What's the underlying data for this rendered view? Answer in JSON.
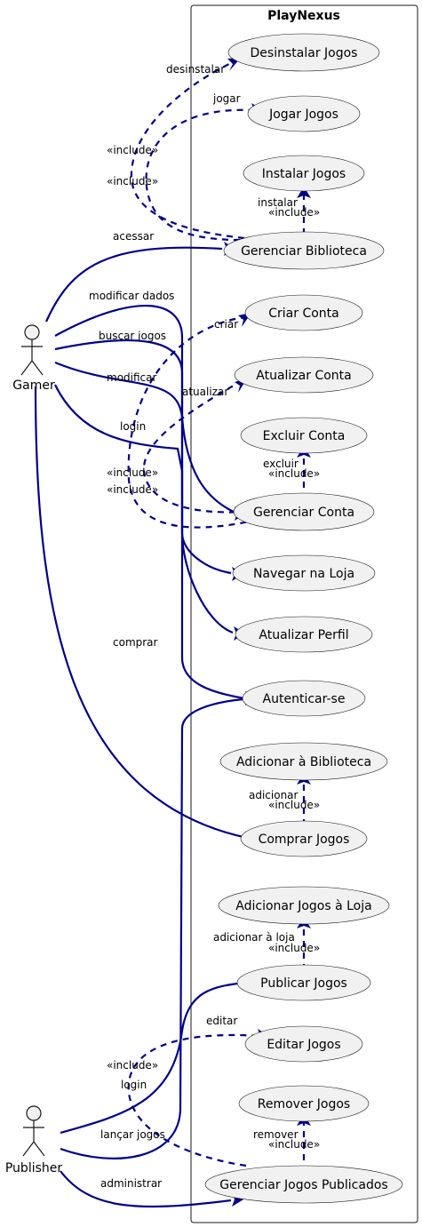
{
  "system": {
    "title": "PlayNexus"
  },
  "actors": {
    "gamer": "Gamer",
    "publisher": "Publisher"
  },
  "use_cases": {
    "desinstalar_jogos": "Desinstalar Jogos",
    "jogar_jogos": "Jogar Jogos",
    "instalar_jogos": "Instalar Jogos",
    "gerenciar_biblioteca": "Gerenciar Biblioteca",
    "criar_conta": "Criar Conta",
    "atualizar_conta": "Atualizar Conta",
    "excluir_conta": "Excluir Conta",
    "gerenciar_conta": "Gerenciar Conta",
    "navegar_loja": "Navegar na Loja",
    "atualizar_perfil": "Atualizar Perfil",
    "autenticar": "Autenticar-se",
    "adicionar_biblioteca": "Adicionar à Biblioteca",
    "comprar_jogos": "Comprar Jogos",
    "adicionar_jogos_loja": "Adicionar Jogos à Loja",
    "publicar_jogos": "Publicar Jogos",
    "editar_jogos": "Editar Jogos",
    "remover_jogos": "Remover Jogos",
    "gerenciar_publicados": "Gerenciar Jogos Publicados"
  },
  "labels": {
    "acessar": "acessar",
    "modificar_dados": "modificar dados",
    "buscar_jogos": "buscar jogos",
    "modificar": "modificar",
    "login": "login",
    "comprar": "comprar",
    "lancar_jogos": "lançar jogos",
    "administrar": "administrar",
    "desinstalar": "desinstalar",
    "jogar": "jogar",
    "instalar": "instalar",
    "criar": "criar",
    "atualizar": "atualizar",
    "excluir": "excluir",
    "adicionar": "adicionar",
    "adicionar_a_loja": "adicionar à loja",
    "editar": "editar",
    "remover": "remover",
    "include": "«include»"
  }
}
